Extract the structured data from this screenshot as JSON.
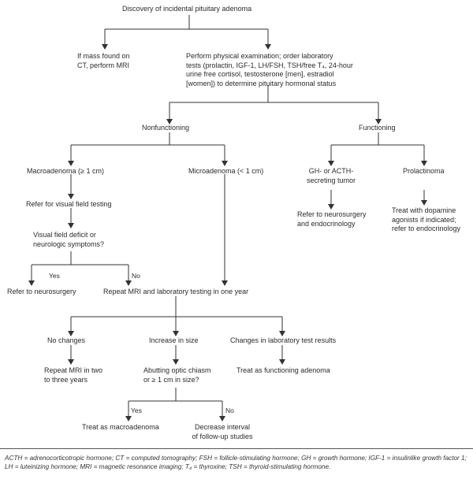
{
  "nodes": {
    "root": "Discovery of incidental pituitary adenoma",
    "ct_mri": [
      "If mass found on",
      "CT, perform MRI"
    ],
    "exam": [
      "Perform physical examination; order laboratory",
      "tests (prolactin, IGF-1, LH/FSH, TSH/free T₄, 24-hour",
      "urine free cortisol, testosterone [men], estradiol",
      "[women]) to determine pituitary hormonal status"
    ],
    "nonfunctioning": "Nonfunctioning",
    "functioning": "Functioning",
    "macro": "Macroadenoma (≥ 1 cm)",
    "micro": "Microadenoma (< 1 cm)",
    "gh": [
      "GH- or ACTH-",
      "secreting tumor"
    ],
    "prolactinoma": "Prolactinoma",
    "visual_field": "Refer for visual field testing",
    "refer_neuro_endo": [
      "Refer to neurosurgery",
      "and endocrinology"
    ],
    "dopamine": [
      "Treat with dopamine",
      "agonists if indicated;",
      "refer to endocrinology"
    ],
    "deficit_q": [
      "Visual field deficit or",
      "neurologic symptoms?"
    ],
    "refer_neuro": "Refer to neurosurgery",
    "repeat_year": "Repeat MRI and laboratory testing in one year",
    "no_changes": "No changes",
    "increase": "Increase in size",
    "lab_changes": "Changes in laboratory test results",
    "repeat_two": [
      "Repeat MRI in two",
      "to three years"
    ],
    "abutting": [
      "Abutting optic chiasm",
      "or ≥ 1 cm in size?"
    ],
    "treat_func": "Treat as functioning adenoma",
    "treat_macro": "Treat as macroadenoma",
    "decrease": [
      "Decrease interval",
      "of follow-up studies"
    ]
  },
  "edge_labels": {
    "yes1": "Yes",
    "no1": "No",
    "yes2": "Yes",
    "no2": "No"
  },
  "footnote": "ACTH = adrenocorticotropic hormone; CT = computed tomography; FSH = follicle-stimulating hormone; GH = growth hormone; IGF-1 = insulinlike growth factor 1; LH = luteinizing hormone; MRI = magnetic resonance imaging; T₄ = thyroxine; TSH = thyroid-stimulating hormone."
}
